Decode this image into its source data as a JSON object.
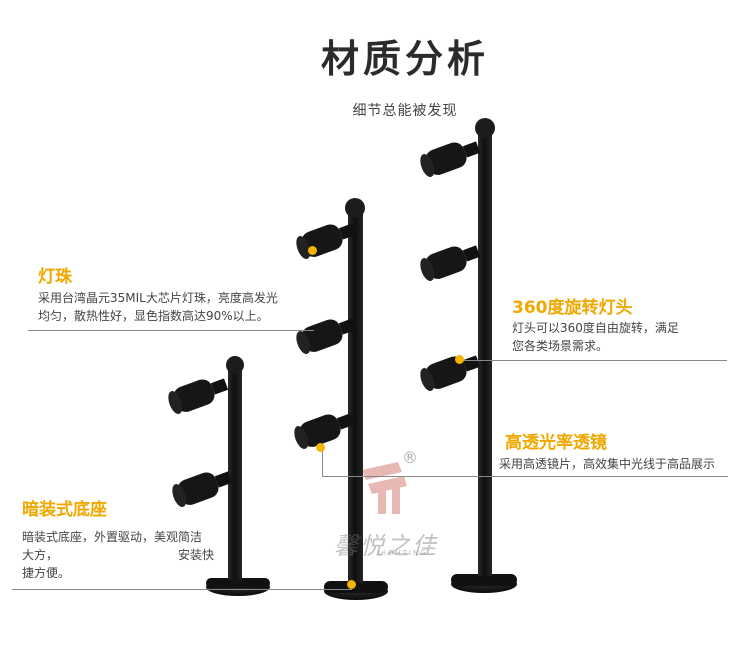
{
  "header": {
    "title": "材质分析",
    "subtitle": "细节总能被发现"
  },
  "features": {
    "bead": {
      "title": "灯珠",
      "line1": "采用台湾晶元35MIL大芯片灯珠，亮度高发光",
      "line2": "均匀，散热性好，显色指数高达90%以上。"
    },
    "rotate": {
      "title": "360度旋转灯头",
      "line1": "灯头可以360度自由旋转，满足",
      "line2": "您各类场景需求。"
    },
    "lens": {
      "title": "高透光率透镜",
      "line1": "采用高透镜片，高效集中光线于高品展示"
    },
    "base": {
      "title": "暗装式底座",
      "line1": "暗装式底座，外置驱动，美观简洁",
      "line2a": "大方，",
      "line2b": "安装快",
      "line3": "捷方便。"
    }
  },
  "watermark": {
    "brand": "馨悦之佳",
    "sub": "LIGHTING",
    "registered": "®"
  },
  "colors": {
    "accent": "#f0a800",
    "dot": "#f5b400",
    "lamp": "#141414"
  }
}
